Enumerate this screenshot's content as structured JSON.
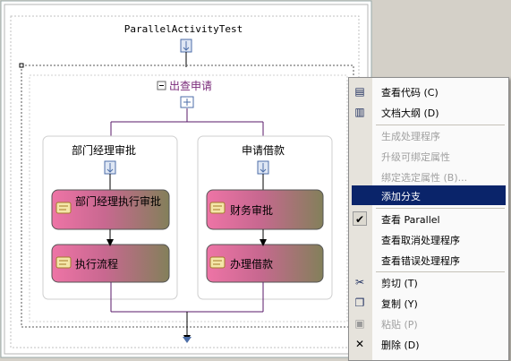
{
  "designer": {
    "workflow_title": "ParallelActivityTest",
    "parallel_title": "出查申请",
    "branches": [
      {
        "title": "部门经理审批",
        "activities": [
          "部门经理执行审批",
          "执行流程"
        ]
      },
      {
        "title": "申请借款",
        "activities": [
          "财务审批",
          "办理借款"
        ]
      }
    ]
  },
  "context_menu": {
    "items": [
      {
        "label": "查看代码 (C)",
        "icon": "view-code-icon",
        "enabled": true
      },
      {
        "label": "文档大纲 (D)",
        "icon": "document-outline-icon",
        "enabled": true
      },
      {
        "label": "生成处理程序",
        "icon": "",
        "enabled": false
      },
      {
        "label": "升级可绑定属性",
        "icon": "",
        "enabled": false
      },
      {
        "label": "绑定选定属性 (B)...",
        "icon": "",
        "enabled": false
      },
      {
        "label": "添加分支",
        "icon": "",
        "enabled": true,
        "highlighted": true
      },
      {
        "label": "查看 Parallel",
        "icon": "checkmark-icon",
        "enabled": true,
        "checked": true
      },
      {
        "label": "查看取消处理程序",
        "icon": "",
        "enabled": true
      },
      {
        "label": "查看错误处理程序",
        "icon": "",
        "enabled": true
      },
      {
        "label": "剪切 (T)",
        "icon": "scissors-icon",
        "enabled": true
      },
      {
        "label": "复制 (Y)",
        "icon": "copy-icon",
        "enabled": true
      },
      {
        "label": "粘贴 (P)",
        "icon": "paste-icon",
        "enabled": false
      },
      {
        "label": "删除 (D)",
        "icon": "delete-icon",
        "enabled": true
      }
    ]
  },
  "colors": {
    "flow_line": "#5a1a6a",
    "activity_gradient_start": "#ee74a6",
    "activity_gradient_end": "#83805a",
    "menu_highlight": "#0a246a",
    "link_blue": "#4c6ea8"
  }
}
